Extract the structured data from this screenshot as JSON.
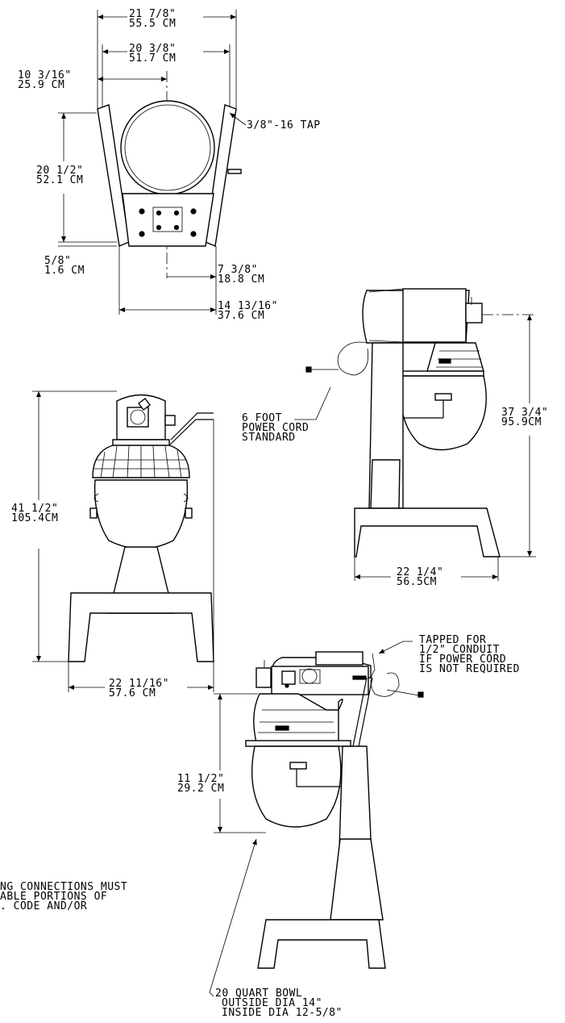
{
  "top_view": {
    "overall_width_in": "21 7/8\"",
    "overall_width_cm": "55.5 CM",
    "inner_width_in": "20 3/8\"",
    "inner_width_cm": "51.7 CM",
    "half_width_in": "10 3/16\"",
    "half_width_cm": "25.9 CM",
    "depth_in": "20 1/2\"",
    "depth_cm": "52.1 CM",
    "tap": "3/8\"-16 TAP",
    "offset_in": "5/8\"",
    "offset_cm": "1.6 CM",
    "base_half_in": "7 3/8\"",
    "base_half_cm": "18.8 CM",
    "base_width_in": "14 13/16\"",
    "base_width_cm": "37.6 CM"
  },
  "side_view": {
    "power_cord": [
      "6 FOOT",
      "POWER CORD",
      "STANDARD"
    ],
    "height_in": "37 3/4\"",
    "height_cm": "95.9CM",
    "base_depth_in": "22 1/4\"",
    "base_depth_cm": "56.5CM"
  },
  "front_view": {
    "height_in": "41 1/2\"",
    "height_cm": "105.4CM",
    "width_in": "22 11/16\"",
    "width_cm": "57.6 CM"
  },
  "rear_view": {
    "conduit_note": [
      "TAPPED FOR",
      "1/2\" CONDUIT",
      "IF POWER CORD",
      "IS NOT REQUIRED"
    ],
    "bowl_height_in": "11 1/2\"",
    "bowl_height_cm": "29.2 CM",
    "bowl_note": [
      "20 QUART BOWL",
      "OUTSIDE DIA 14\"",
      "INSIDE DIA 12-5/8\""
    ]
  },
  "footnote": [
    "NG CONNECTIONS MUST",
    "ABLE PORTIONS OF",
    ". CODE AND/OR"
  ]
}
